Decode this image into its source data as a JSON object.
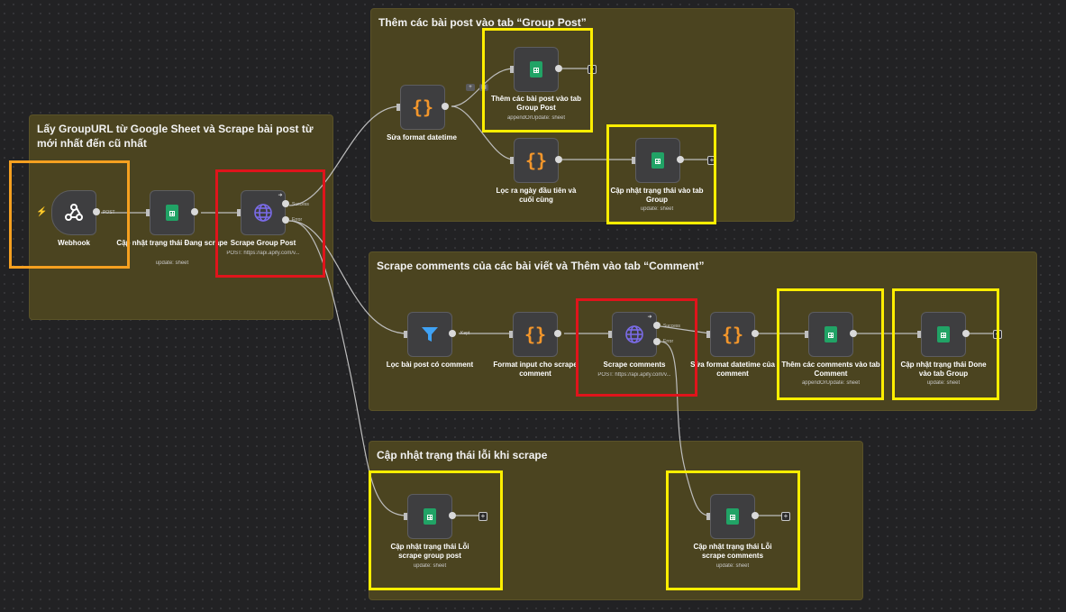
{
  "groups": {
    "g1": {
      "title": "Lấy GroupURL từ Google Sheet và Scrape bài post từ mới nhất đến cũ nhất"
    },
    "g2": {
      "title": "Thêm các bài post vào tab “Group Post”"
    },
    "g3": {
      "title": "Scrape comments của các bài viết và Thêm vào tab “Comment”"
    },
    "g4": {
      "title": "Cập nhật trạng thái lỗi khi scrape"
    }
  },
  "nodes": {
    "webhook": {
      "label": "Webhook",
      "out_label": "POST",
      "icon": "webhook-icon"
    },
    "update_processing": {
      "label": "Cập nhật trạng thái Đang scrape",
      "sub": "update: sheet",
      "icon": "google-sheets-icon"
    },
    "scrape_group_post": {
      "label": "Scrape Group Post",
      "sub": "POST: https://api.apify.com/v...",
      "success": "Success",
      "error": "Error",
      "icon": "globe-icon"
    },
    "fix_datetime": {
      "label": "Sửa format datetime",
      "icon": "code-icon"
    },
    "add_posts": {
      "label": "Thêm các bài post vào tab Group Post",
      "sub": "appendOrUpdate: sheet",
      "icon": "google-sheets-icon"
    },
    "filter_dates": {
      "label": "Lọc ra ngày đầu tiên và cuối cùng",
      "icon": "code-icon"
    },
    "update_tab_group": {
      "label": "Cập nhật trạng thái vào tab Group",
      "sub": "update: sheet",
      "icon": "google-sheets-icon"
    },
    "filter_comment": {
      "label": "Lọc bài post có comment",
      "out_label": "Kept",
      "icon": "filter-icon"
    },
    "format_input": {
      "label": "Format input cho scrape comment",
      "icon": "code-icon"
    },
    "scrape_comments": {
      "label": "Scrape comments",
      "sub": "POST: https://api.apify.com/v...",
      "success": "Success",
      "error": "Error",
      "icon": "globe-icon"
    },
    "fix_datetime_comment": {
      "label": "Sửa format datetime của comment",
      "icon": "code-icon"
    },
    "add_comments": {
      "label": "Thêm các comments vào tab Comment",
      "sub": "appendOrUpdate: sheet",
      "icon": "google-sheets-icon"
    },
    "update_done": {
      "label": "Cập nhật trạng thái Done vào tab Group",
      "sub": "update: sheet",
      "icon": "google-sheets-icon"
    },
    "error_group_post": {
      "label": "Cập nhật trạng thái Lỗi scrape group post",
      "sub": "update: sheet",
      "icon": "google-sheets-icon"
    },
    "error_comments": {
      "label": "Cập nhật trạng thái Lỗi scrape comments",
      "sub": "update: sheet",
      "icon": "google-sheets-icon"
    }
  },
  "colors": {
    "canvas": "#222224",
    "group_bg": "#4b4420",
    "highlight_yellow": "#ffee00",
    "highlight_red": "#e0141b",
    "highlight_orange": "#f5a020",
    "sheets_green": "#21a366",
    "code_orange": "#f3962b",
    "http_purple": "#7a6be8",
    "filter_blue": "#3fa2f5"
  }
}
